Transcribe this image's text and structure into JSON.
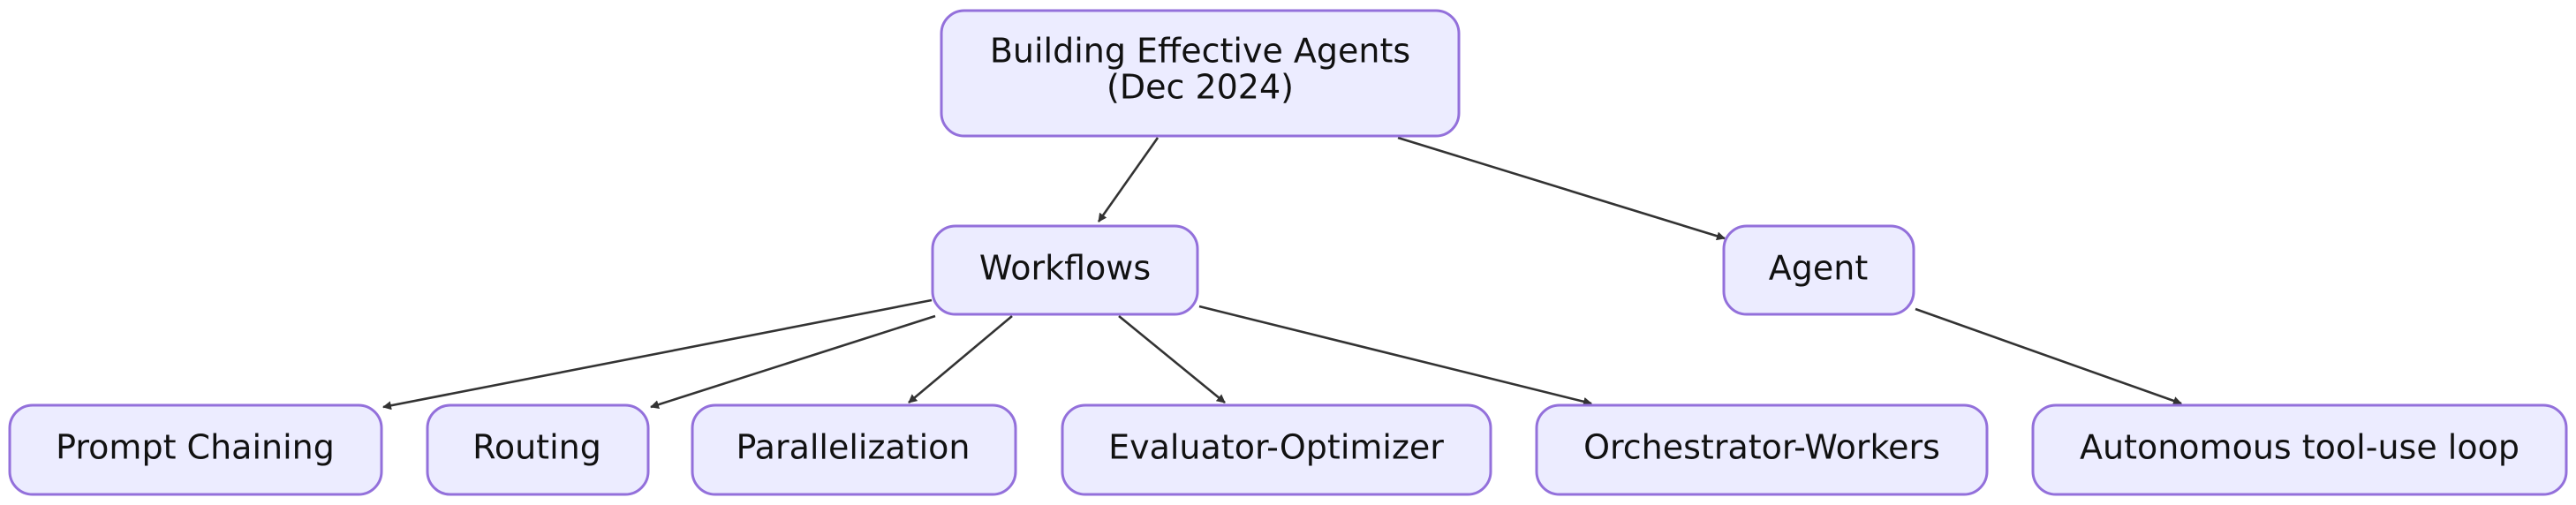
{
  "colors": {
    "node_fill": "#ECECFF",
    "node_stroke": "#9370DB",
    "edge": "#333333",
    "text": "#111111"
  },
  "nodes": {
    "root": {
      "line1": "Building Effective Agents",
      "line2": "(Dec 2024)"
    },
    "workflows": {
      "label": "Workflows"
    },
    "agent": {
      "label": "Agent"
    },
    "prompt_chaining": {
      "label": "Prompt Chaining"
    },
    "routing": {
      "label": "Routing"
    },
    "parallelization": {
      "label": "Parallelization"
    },
    "evaluator_optimizer": {
      "label": "Evaluator-Optimizer"
    },
    "orchestrator_workers": {
      "label": "Orchestrator-Workers"
    },
    "autonomous_loop": {
      "label": "Autonomous tool-use loop"
    }
  },
  "edges": [
    {
      "from": "root",
      "to": "workflows"
    },
    {
      "from": "root",
      "to": "agent"
    },
    {
      "from": "workflows",
      "to": "prompt_chaining"
    },
    {
      "from": "workflows",
      "to": "routing"
    },
    {
      "from": "workflows",
      "to": "parallelization"
    },
    {
      "from": "workflows",
      "to": "evaluator_optimizer"
    },
    {
      "from": "workflows",
      "to": "orchestrator_workers"
    },
    {
      "from": "agent",
      "to": "autonomous_loop"
    }
  ]
}
